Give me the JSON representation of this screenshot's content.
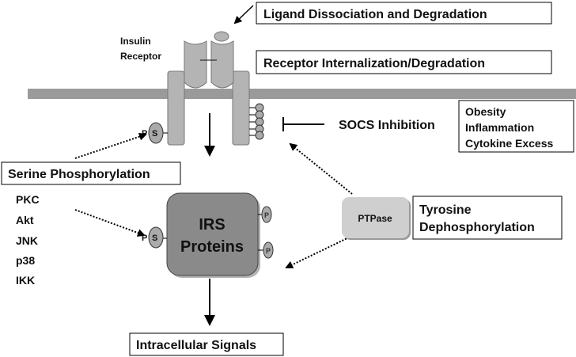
{
  "labels": {
    "ligand": "Ligand Dissociation and Degradation",
    "internalization": "Receptor Internalization/Degradation",
    "receptor_line1": "Insulin",
    "receptor_line2": "Receptor",
    "socs": "SOCS Inhibition",
    "causes": [
      "Obesity",
      "Inflammation",
      "Cytokine Excess"
    ],
    "serine": "Serine Phosphorylation",
    "kinases": [
      "PKC",
      "Akt",
      "JNK",
      "p38",
      "IKK"
    ],
    "irs_line1": "IRS",
    "irs_line2": "Proteins",
    "ptpase": "PTPase",
    "tyrosine_line1": "Tyrosine",
    "tyrosine_line2": "Dephosphorylation",
    "signals": "Intracellular Signals",
    "p": "P",
    "s": "S"
  },
  "colors": {
    "membrane": "#9a9a9a",
    "receptor": "#b4b4b4",
    "irs": "#8a8a8a",
    "ptpase": "#cfcfcf"
  }
}
